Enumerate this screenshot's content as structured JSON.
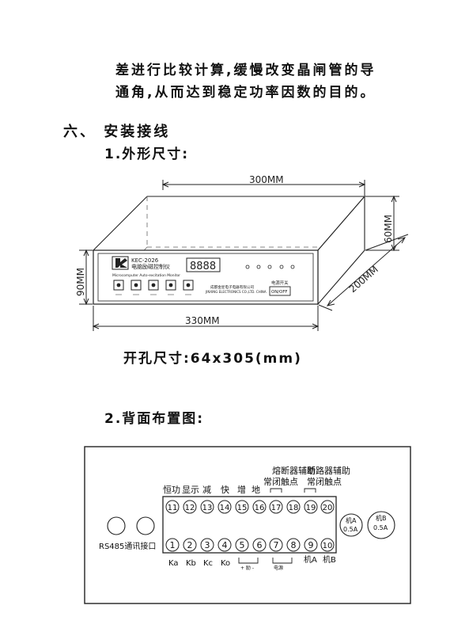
{
  "intro": {
    "line1": "差进行比较计算,缓慢改变晶闸管的导",
    "line2": "通角,从而达到稳定功率因数的目的。"
  },
  "section": {
    "title": "六、 安装接线",
    "sub1": "1.外形尺寸:",
    "cutout": "开孔尺寸:64x305(mm)",
    "sub2": "2.背面布置图:"
  },
  "front_view": {
    "dim_width_top": "300MM",
    "dim_width_bottom": "330MM",
    "dim_height_left": "90MM",
    "dim_height_right": "60MM",
    "dim_depth": "200MM",
    "model": "KEC-2026",
    "name_cn": "电脑励磁控制仪",
    "name_en": "Microcomputer Auto-excitation Monitor",
    "company_cn": "成都金星电子电器有限公司",
    "company_en": "JINXING ELECTRONICS CO.,LTD. CHINA",
    "switch_label": "电源开关",
    "switch_state": "ON/OFF",
    "display_digits": "8888"
  },
  "rear_view": {
    "group_label_1": "熔断器辅助",
    "group_label_2": "断路器辅助",
    "group_sub_1": "常闭触点",
    "group_sub_2": "常闭触点",
    "top_labels": [
      "恒功",
      "显示",
      "减",
      "快",
      "增",
      "地"
    ],
    "top_terminals": [
      "11",
      "12",
      "13",
      "14",
      "15",
      "16",
      "17",
      "18",
      "19",
      "20"
    ],
    "bottom_terminals": [
      "1",
      "2",
      "3",
      "4",
      "5",
      "6",
      "7",
      "8",
      "9",
      "10"
    ],
    "bottom_labels": [
      "Ka",
      "Kb",
      "Kc",
      "Ko"
    ],
    "bottom_label_a": "机A",
    "bottom_label_b": "机B",
    "bottom_label_56": "+ 励 -",
    "bottom_label_78": "电源",
    "rs485": "RS485通讯接口",
    "fuse_a_name": "机A",
    "fuse_a_rating": "0.5A",
    "fuse_b_name": "机B",
    "fuse_b_rating": "0.5A"
  }
}
